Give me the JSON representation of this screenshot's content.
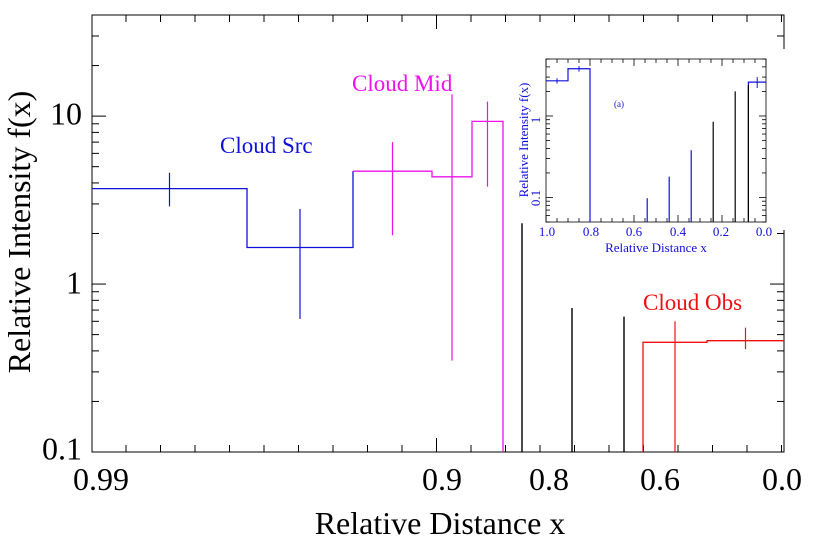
{
  "chart_data": [
    {
      "type": "line",
      "scale": "log-y",
      "xlabel": "Relative Distance x",
      "ylabel": "Relative Intensity f(x)",
      "x_ticks": [
        {
          "label": "0.99"
        },
        {
          "label": "0.9"
        },
        {
          "label": "0.8"
        },
        {
          "label": "0.6"
        },
        {
          "label": "0.0"
        }
      ],
      "ylim": [
        0.1,
        40
      ],
      "y_ticks": [
        {
          "value": 0.1,
          "label": "0.1"
        },
        {
          "value": 1,
          "label": "1"
        },
        {
          "value": 10,
          "label": "10"
        }
      ],
      "series": [
        {
          "name": "Cloud Src",
          "color": "#1010dd",
          "steps": [
            {
              "x0": 0.99,
              "x1": 0.97,
              "y": 3.7,
              "err_lo": 2.9,
              "err_hi": 4.6
            },
            {
              "x0": 0.97,
              "x1": 0.95,
              "y": 1.65,
              "err_lo": 0.62,
              "err_hi": 2.8
            }
          ]
        },
        {
          "name": "Cloud Mid",
          "color": "#ee11ee",
          "steps": [
            {
              "x0": 0.95,
              "x1": 0.9,
              "y": 4.7,
              "err_lo": 1.95,
              "err_hi": 7.0
            },
            {
              "x0": 0.9,
              "x1": 0.88,
              "y": 4.35,
              "err_lo": 0.35,
              "err_hi": 13.5
            },
            {
              "x0": 0.88,
              "x1": 0.86,
              "y": 9.3,
              "err_lo": 3.8,
              "err_hi": 12.2
            }
          ]
        },
        {
          "name": "",
          "color": "#000000",
          "upper_limits": [
            {
              "x": 0.8,
              "y": 2.3
            },
            {
              "x": 0.75,
              "y": 0.72
            },
            {
              "x": 0.65,
              "y": 0.64
            }
          ]
        },
        {
          "name": "Cloud Obs",
          "color": "#ee1111",
          "steps": [
            {
              "x0": 0.6,
              "x1": 0.4,
              "y": 0.45,
              "err_lo": 0.1,
              "err_hi": 0.6
            },
            {
              "x0": 0.4,
              "x1": 0.0,
              "y": 0.46,
              "err_lo": 0.41,
              "err_hi": 0.55
            }
          ]
        }
      ]
    },
    {
      "type": "line",
      "scale": "log-y",
      "title": "(a)",
      "color": "#1010dd",
      "xlabel": "Relative Distance x",
      "ylabel": "Relative Intensity f(x)",
      "xlim": [
        1.0,
        0.0
      ],
      "x_ticks": [
        {
          "value": 1.0,
          "label": "1.0"
        },
        {
          "value": 0.8,
          "label": "0.8"
        },
        {
          "value": 0.6,
          "label": "0.6"
        },
        {
          "value": 0.4,
          "label": "0.4"
        },
        {
          "value": 0.2,
          "label": "0.2"
        },
        {
          "value": 0.0,
          "label": "0.0"
        }
      ],
      "ylim": [
        0.05,
        5
      ],
      "y_ticks": [
        {
          "value": 0.1,
          "label": "0.1"
        },
        {
          "value": 1,
          "label": "1"
        }
      ],
      "steps": [
        {
          "x0": 1.0,
          "x1": 0.9,
          "y": 2.7,
          "err_lo": 2.5,
          "err_hi": 2.9
        },
        {
          "x0": 0.9,
          "x1": 0.8,
          "y": 3.8,
          "err_lo": 3.5,
          "err_hi": 4.1
        },
        {
          "x0": 0.08,
          "x1": 0.0,
          "y": 2.6,
          "err_lo": 2.2,
          "err_hi": 3.0
        }
      ],
      "spikes": [
        {
          "x": 0.54,
          "y": 0.098
        },
        {
          "x": 0.44,
          "y": 0.18
        },
        {
          "x": 0.34,
          "y": 0.38
        },
        {
          "x": 0.24,
          "y": 0.85
        },
        {
          "x": 0.14,
          "y": 2.0
        },
        {
          "x": 0.08,
          "y": 2.4
        }
      ]
    }
  ]
}
